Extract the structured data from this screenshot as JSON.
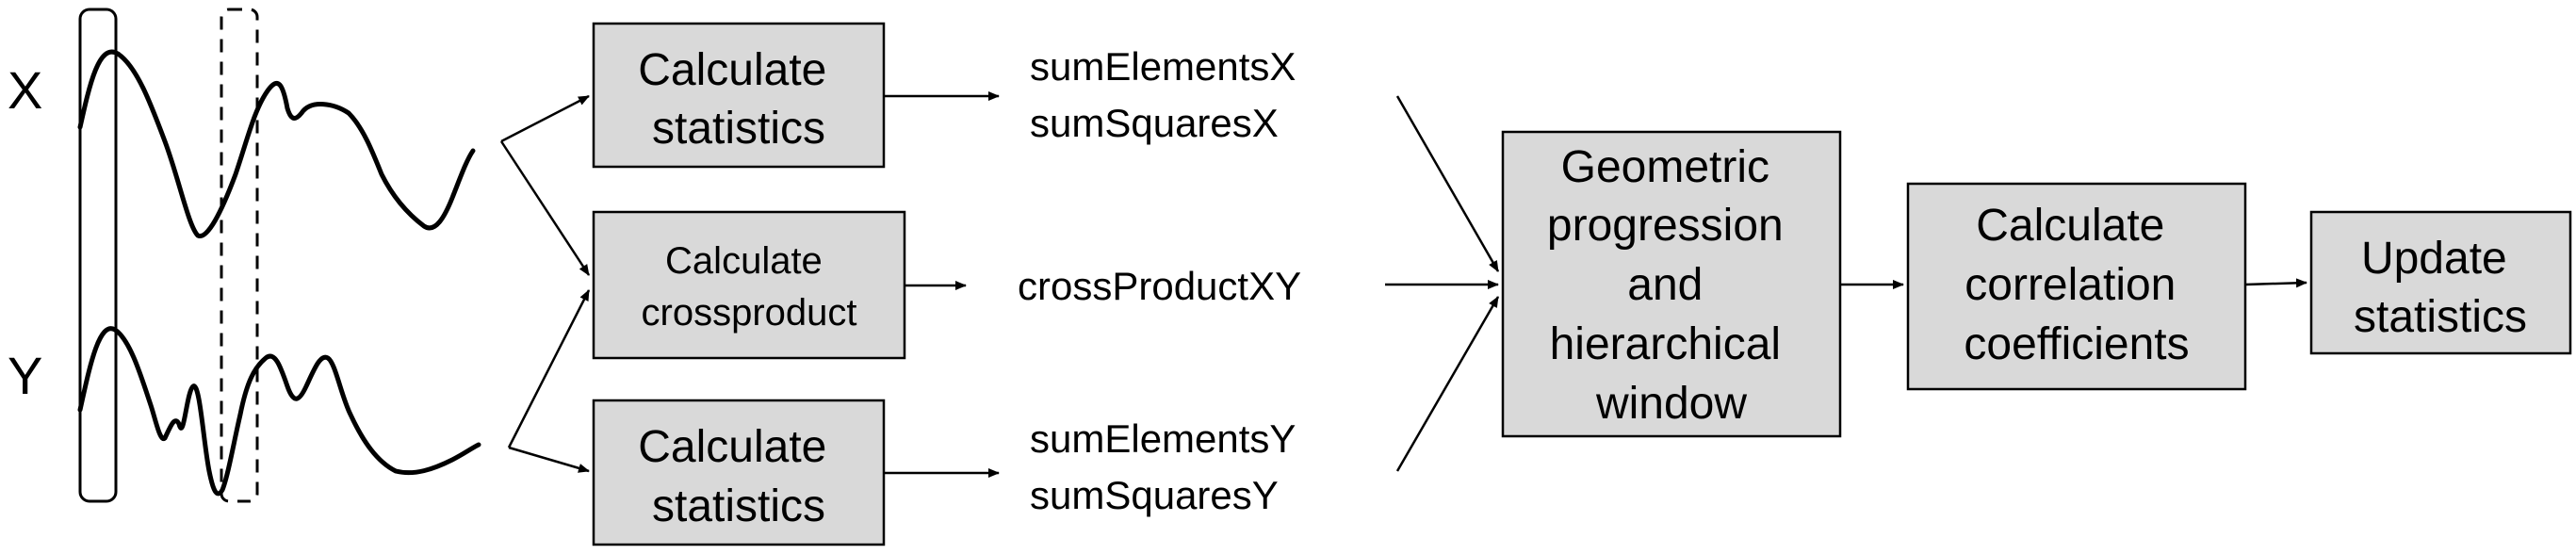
{
  "signals": {
    "x_label": "X",
    "y_label": "Y"
  },
  "boxes": {
    "calc_stats_x": [
      "Calculate",
      "statistics"
    ],
    "calc_cross": [
      "Calculate",
      "crossproduct"
    ],
    "calc_stats_y": [
      "Calculate",
      "statistics"
    ],
    "geometric": [
      "Geometric",
      "progression",
      "and",
      "hierarchical",
      "window"
    ],
    "calc_corr": [
      "Calculate",
      "correlation",
      "coefficients"
    ],
    "update": [
      "Update",
      "statistics"
    ]
  },
  "outputs": {
    "x": [
      "sumElementsX",
      "sumSquaresX"
    ],
    "xy": [
      "crossProductXY"
    ],
    "y": [
      "sumElementsY",
      "sumSquaresY"
    ]
  },
  "colors": {
    "box_fill": "#d9d9d9",
    "stroke": "#000000",
    "text": "#000000"
  }
}
